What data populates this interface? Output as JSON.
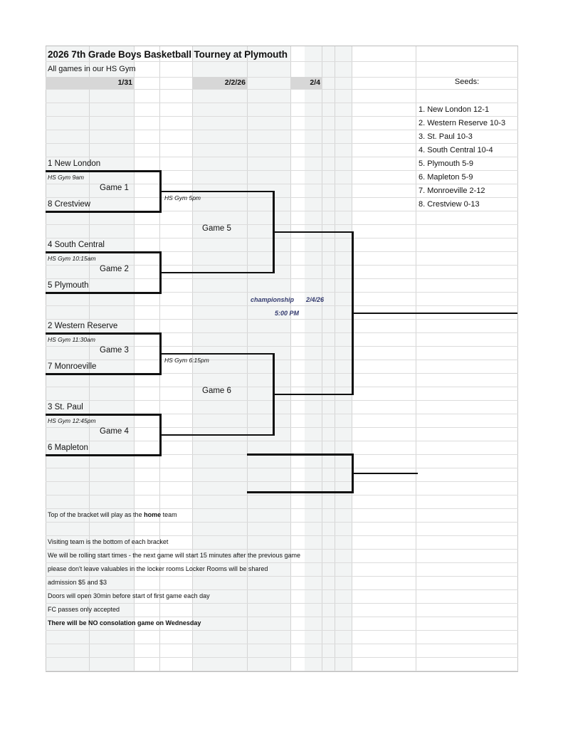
{
  "header": {
    "title": "2026 7th Grade Boys Basketball Tourney at Plymouth",
    "subtitle": "All games in our HS Gym",
    "round_dates": [
      {
        "label": "1/31"
      },
      {
        "label": "2/2/26"
      },
      {
        "label": "2/4"
      }
    ]
  },
  "seeds": {
    "heading": "Seeds:",
    "items": [
      "1. New London 12-1",
      "2. Western Reserve 10-3",
      "3. St. Paul 10-3",
      "4. South Central 10-4",
      "5. Plymouth 5-9",
      "6. Mapleton 5-9",
      "7. Monroeville 2-12",
      "8. Crestview 0-13"
    ]
  },
  "bracket": {
    "round1": [
      {
        "game": "Game 1",
        "gym": "HS Gym 9am",
        "top_team": "1 New London",
        "bottom_team": "8 Crestview"
      },
      {
        "game": "Game 2",
        "gym": "HS Gym 10:15am",
        "top_team": "4 South Central",
        "bottom_team": "5 Plymouth"
      },
      {
        "game": "Game 3",
        "gym": "HS Gym 11:30am",
        "top_team": "2 Western Reserve",
        "bottom_team": "7 Monroeville"
      },
      {
        "game": "Game 4",
        "gym": "HS Gym 12:45pm",
        "top_team": "3 St. Paul",
        "bottom_team": "6 Mapleton"
      }
    ],
    "round2": [
      {
        "game": "Game 5",
        "gym": "HS Gym 5pm"
      },
      {
        "game": "Game 6",
        "gym": "HS Gym 6:15pm"
      }
    ],
    "final": {
      "label": "championship",
      "date": "2/4/26",
      "time": "5:00 PM"
    }
  },
  "notes": [
    {
      "text": "Top of the bracket will play as the ",
      "bold": "home",
      "tail": " team",
      "strong": false
    },
    {
      "text": "Visiting team is the bottom of each bracket",
      "strong": false
    },
    {
      "text": "We will be rolling start times - the next game will start 15 minutes after the previous game",
      "strong": false
    },
    {
      "text": "please don't leave valuables in the locker rooms Locker Rooms will be shared",
      "strong": false
    },
    {
      "text": "admission $5 and $3",
      "strong": false
    },
    {
      "text": "Doors will open 30min before start of first game each day",
      "strong": false
    },
    {
      "text": "FC passes only accepted",
      "strong": false
    },
    {
      "text": "There will be NO consolation game on Wednesday",
      "strong": true
    }
  ],
  "colors": {
    "grid": "#d4d4d4",
    "bracket_stroke": "#101010",
    "date_header_bg": "#d7d7d7",
    "shade": "#f2f4f4",
    "championship_text": "#333a6e"
  }
}
